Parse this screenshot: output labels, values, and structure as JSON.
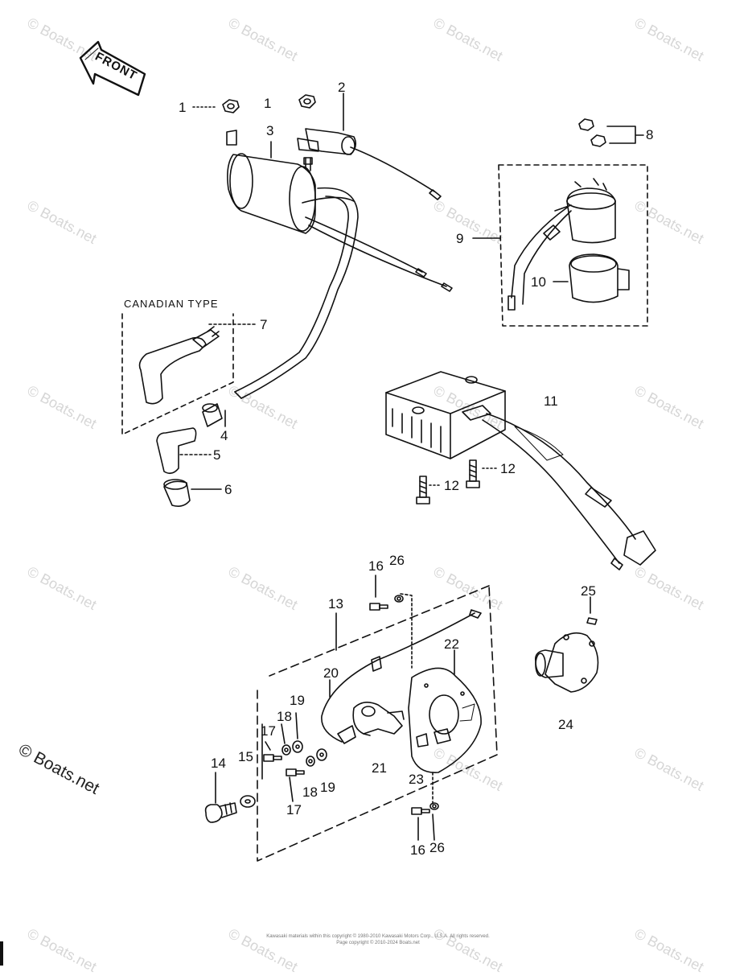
{
  "watermark": "© Boats.net",
  "copyright_mark": "© Boats.net",
  "front_label": "FRONT",
  "canadian_type_label": "CANADIAN TYPE",
  "fineprint": "Kawasaki materials within this copyright © 1980-2010 Kawasaki Motors Corp., U.S.A. All rights reserved. Page copyright © 2010-2024 Boats.net",
  "callouts": {
    "c1a": "1",
    "c1b": "1",
    "c2": "2",
    "c3": "3",
    "c4": "4",
    "c5": "5",
    "c6": "6",
    "c7": "7",
    "c8": "8",
    "c9": "9",
    "c10": "10",
    "c11": "11",
    "c12a": "12",
    "c12b": "12",
    "c13": "13",
    "c14": "14",
    "c15": "15",
    "c16a": "16",
    "c16b": "16",
    "c17a": "17",
    "c17b": "17",
    "c18a": "18",
    "c18b": "18",
    "c19a": "19",
    "c19b": "19",
    "c20": "20",
    "c21": "21",
    "c22": "22",
    "c23": "23",
    "c24": "24",
    "c25": "25",
    "c26a": "26",
    "c26b": "26"
  }
}
